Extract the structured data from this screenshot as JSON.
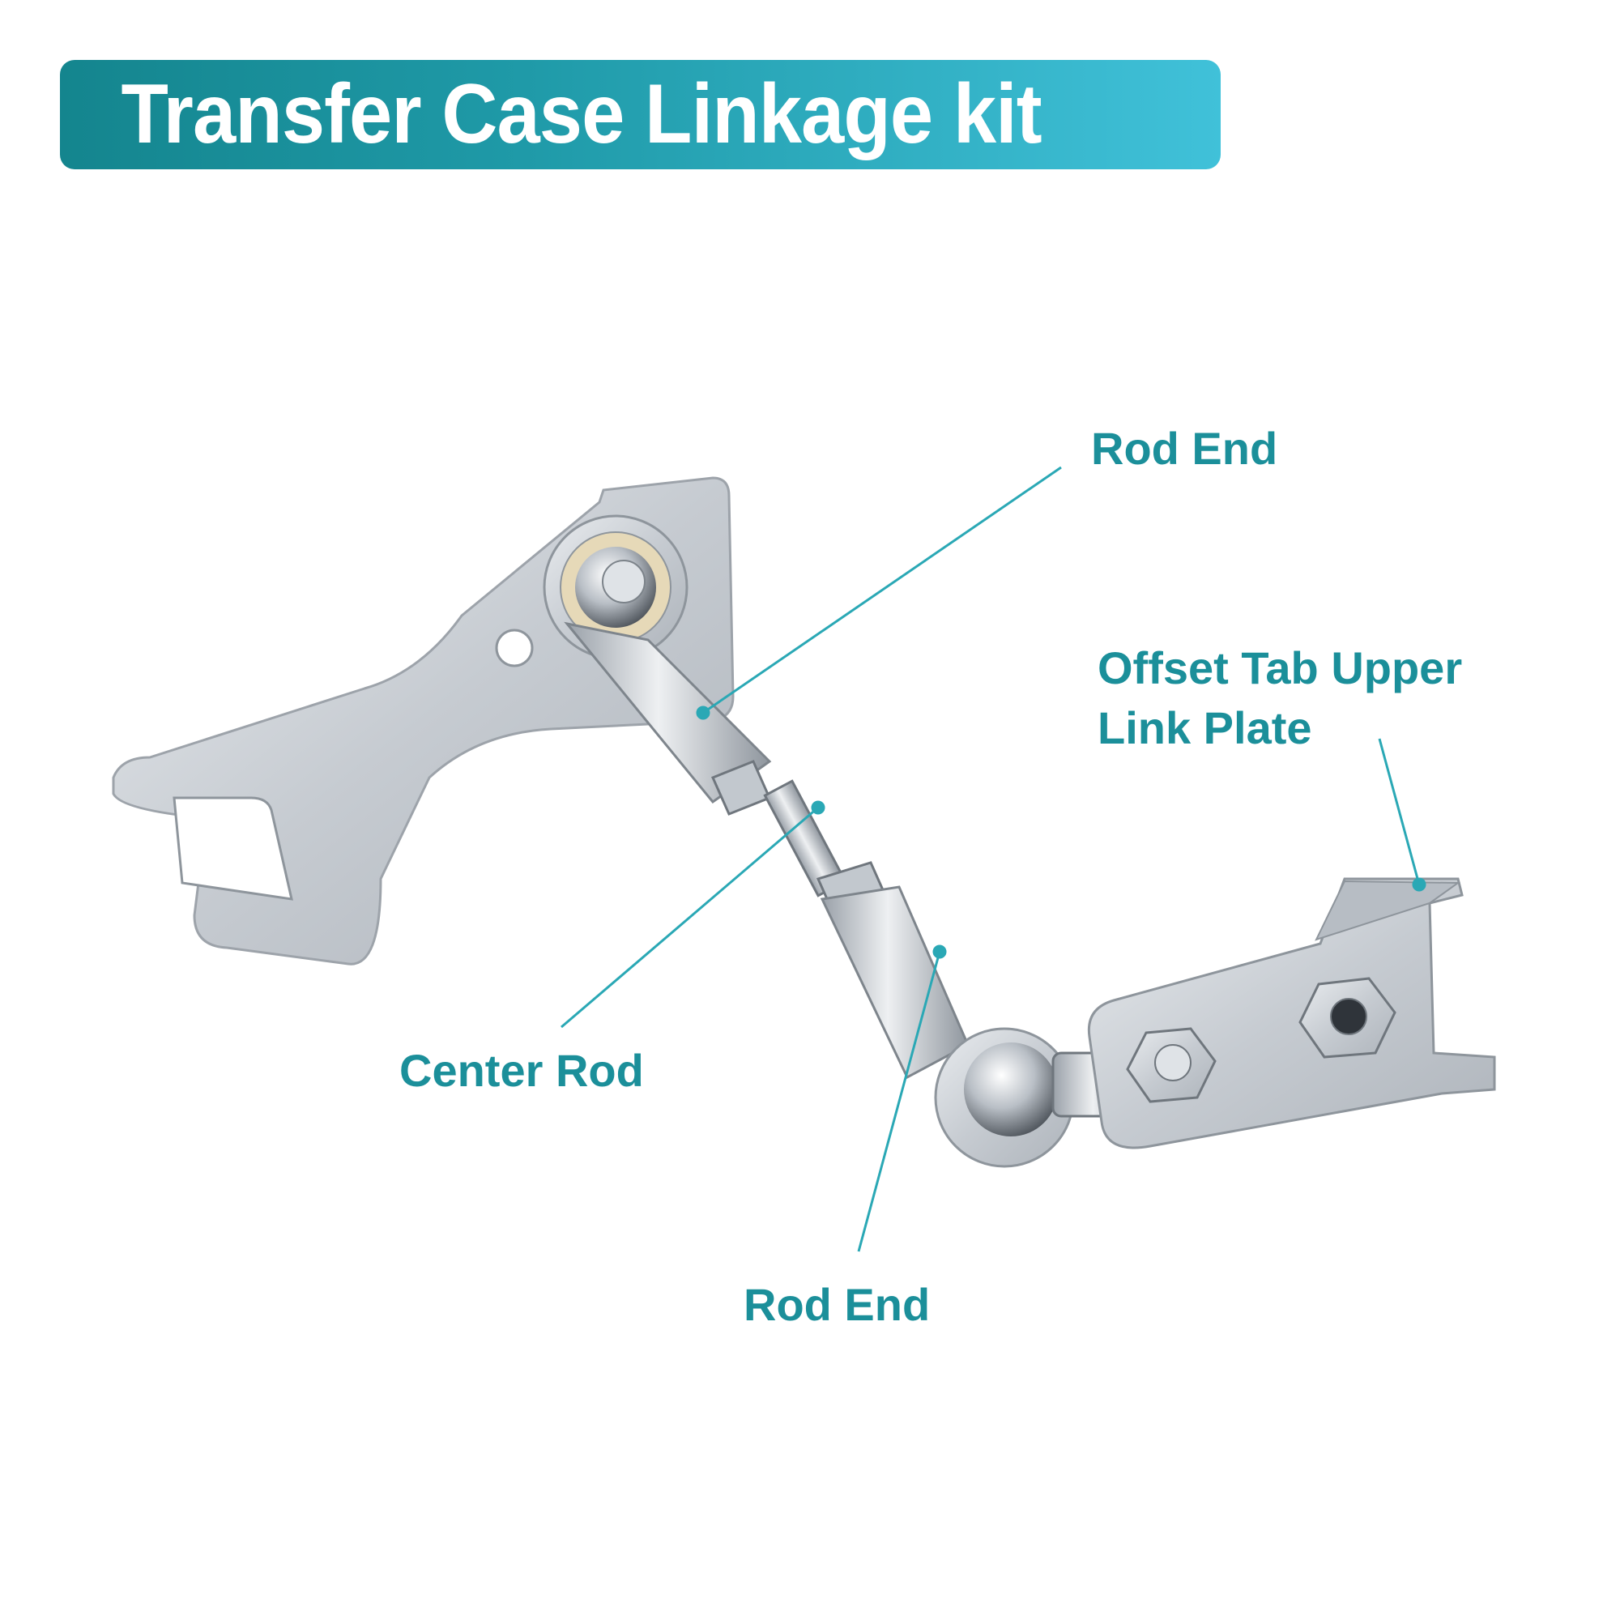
{
  "header": {
    "title": "Transfer Case Linkage kit"
  },
  "callouts": {
    "rod_end_top": "Rod End",
    "offset_tab": {
      "line1": "Offset Tab Upper",
      "line2": "Link Plate"
    },
    "center_rod": "Center Rod",
    "rod_end_bottom": "Rod End"
  },
  "colors": {
    "banner_start": "#14858e",
    "banner_end": "#40c1d9",
    "callout_text": "#1b8f9a",
    "leader_line": "#2aa8b5",
    "metal": "#c9ced4"
  }
}
